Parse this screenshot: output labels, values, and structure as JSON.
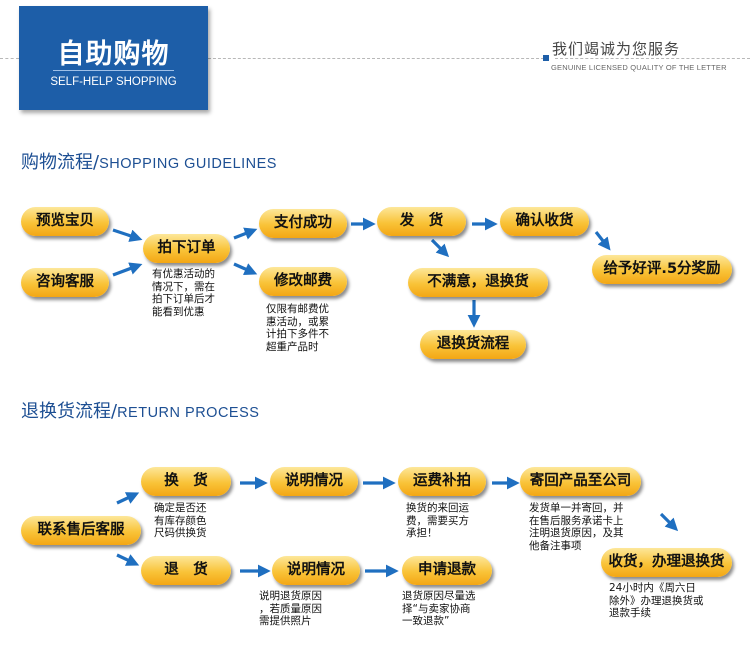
{
  "header": {
    "badge_title": "自助购物",
    "badge_subtitle": "SELF-HELP SHOPPING",
    "slogan": "我们竭诚为您服务",
    "slogan_sub": "GENUINE LICENSED QUALITY OF THE LETTER"
  },
  "shopping": {
    "title_cn": "购物流程/",
    "title_en": "SHOPPING GUIDELINES",
    "nodes": {
      "preview": "预览宝贝",
      "consult": "咨询客服",
      "order": "拍下订单",
      "pay": "支付成功",
      "modify": "修改邮费",
      "ship": "发　货",
      "confirm": "确认收货",
      "unsatisfied": "不满意，退换货",
      "review": "给予好评.5分奖励",
      "return_flow": "退换货流程"
    },
    "notes": {
      "order": "有优惠活动的\n情况下，需在\n拍下订单后才\n能看到优惠",
      "modify": "仅限有邮费优\n惠活动，或累\n计拍下多件不\n超重产品时"
    }
  },
  "returns": {
    "title_cn": "退换货流程/",
    "title_en": "RETURN PROCESS",
    "nodes": {
      "contact": "联系售后客服",
      "exchange": "换　货",
      "refund": "退　货",
      "explain1": "说明情况",
      "explain2": "说明情况",
      "shipping_fee": "运费补拍",
      "send_back": "寄回产品至公司",
      "apply_refund": "申请退款",
      "done": "收货，办理退换货"
    },
    "notes": {
      "exchange": "确定是否还\n有库存颜色\n尺码供换货",
      "explain2": "说明退货原因\n，若质量原因\n需提供照片",
      "shipping_fee": "换货的来回运\n费，需要买方\n承担！",
      "apply_refund": "退货原因尽量选\n择“与卖家协商\n一致退款”",
      "send_back": "发货单一并寄回，并\n在售后服务承诺卡上\n注明退货原因，及其\n他备注事项",
      "done": "24小时内《周六日\n除外》办理退换货或\n退款手续"
    }
  },
  "colors": {
    "brand_blue": "#1d5ea8",
    "arrow_blue": "#1f6fc0",
    "box_orange": "#f9c338"
  }
}
